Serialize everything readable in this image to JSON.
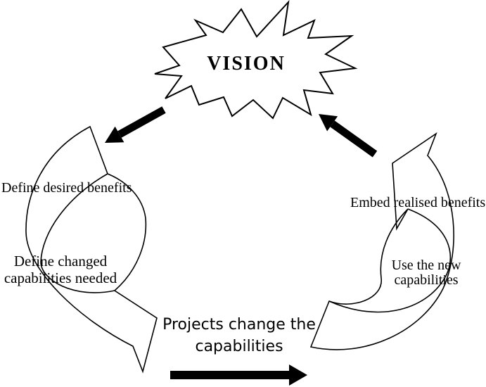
{
  "labels": {
    "vision": "VISION",
    "define_desired": "Define desired benefits",
    "define_changed_line1": "Define changed",
    "define_changed_line2": "capabilities needed",
    "projects_line1": "Projects change the",
    "projects_line2": "capabilities",
    "use_new_line1": "Use the new",
    "use_new_line2": "capabilities",
    "embed_realised": "Embed realised benefits"
  },
  "colors": {
    "ink": "#000000",
    "background": "#ffffff"
  }
}
